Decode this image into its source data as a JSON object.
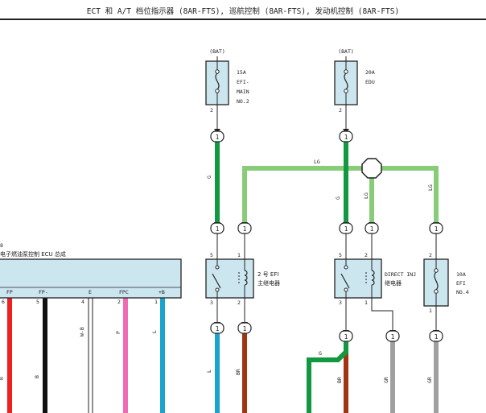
{
  "title": "ECT 和 A/T 档位指示器 (8AR-FTS), 巡航控制 (8AR-FTS), 发动机控制 (8AR-FTS)",
  "ecu": {
    "label_line1": "8",
    "label_line2": "电子燃油泵控制 ECU 总成",
    "pins": [
      {
        "name": "FP",
        "num": "6",
        "wire": "R",
        "color": "#ee2020"
      },
      {
        "name": "FP-",
        "num": "5",
        "wire": "B",
        "color": "#111111"
      },
      {
        "name": "E",
        "num": "4",
        "wire": "W-B",
        "color": "#ffffff"
      },
      {
        "name": "FPC",
        "num": "2",
        "wire": "P",
        "color": "#f06bb4"
      },
      {
        "name": "+B",
        "num": "1",
        "wire": "L",
        "color": "#1aa3cc"
      }
    ]
  },
  "fuses": {
    "efi_main_2": {
      "source": "(BAT)",
      "l1": "15A",
      "l2": "EFI-",
      "l3": "MAIN",
      "l4": "NO.2",
      "pin": "2"
    },
    "edu": {
      "source": "(BAT)",
      "l1": "20A",
      "l2": "EDU",
      "pin": "2"
    },
    "efi_4": {
      "l1": "10A",
      "l2": "EFI",
      "l3": "NO.4",
      "pin_top": "2",
      "pin_bot": "1"
    }
  },
  "relays": {
    "efi_main_relay_2": {
      "l1": "2 号 EFI",
      "l2": "主继电器",
      "pin5": "5",
      "pin1": "1",
      "pin3": "3",
      "pin2": "2"
    },
    "direct_inj_relay": {
      "l1": "DIRECT INJ",
      "l2": "继电器",
      "pin5": "5",
      "pin2": "2",
      "pin3": "3",
      "pin1": "1"
    }
  },
  "connector_label": "1",
  "wires": {
    "g": "G",
    "lg": "LG",
    "l": "L",
    "br": "BR",
    "gr": "GR"
  },
  "colors": {
    "green": "#129940",
    "light_green": "#88cc7a",
    "blue": "#1aa3cc",
    "brown": "#a33315",
    "gray": "#a0a0a0",
    "box_fill": "#cce6f0"
  }
}
